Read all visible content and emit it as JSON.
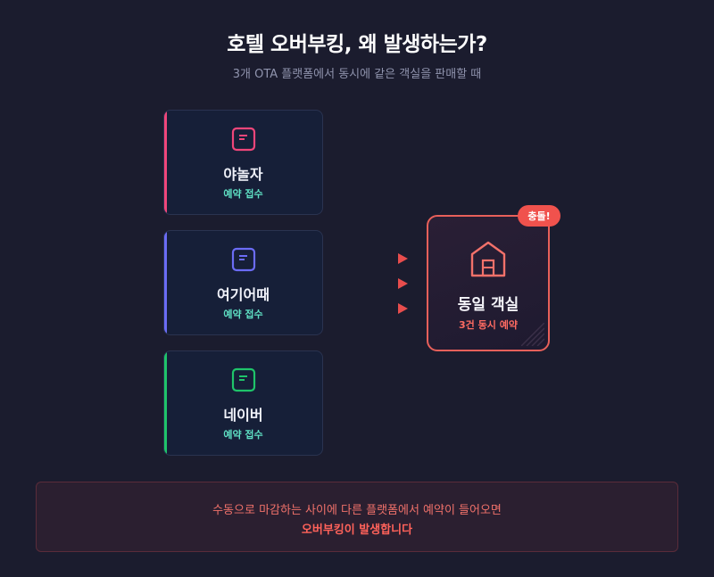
{
  "header": {
    "title": "호텔 오버부킹, 왜 발생하는가?",
    "subtitle": "3개 OTA 플랫폼에서 동시에 같은 객실을 판매할 때"
  },
  "platforms": [
    {
      "name": "야놀자",
      "status": "예약 접수",
      "color": "#f0467a",
      "icon": "document-icon"
    },
    {
      "name": "여기어때",
      "status": "예약 접수",
      "color": "#6b6cf5",
      "icon": "document-icon"
    },
    {
      "name": "네이버",
      "status": "예약 접수",
      "color": "#1fc46a",
      "icon": "document-icon"
    }
  ],
  "room": {
    "name": "동일 객실",
    "status": "3건 동시 예약",
    "badge": "충돌!",
    "icon": "house-icon",
    "color": "#e8605a"
  },
  "notice": {
    "line1": "수동으로 마감하는 사이에 다른 플랫폼에서 예약이 들어오면",
    "line2": "오버부킹이 발생합니다"
  },
  "colors": {
    "background": "#1b1c2e",
    "status_text": "#5fe0c4",
    "arrow_head": "#e84d4d",
    "arrow_start": "#5fa8a0"
  }
}
